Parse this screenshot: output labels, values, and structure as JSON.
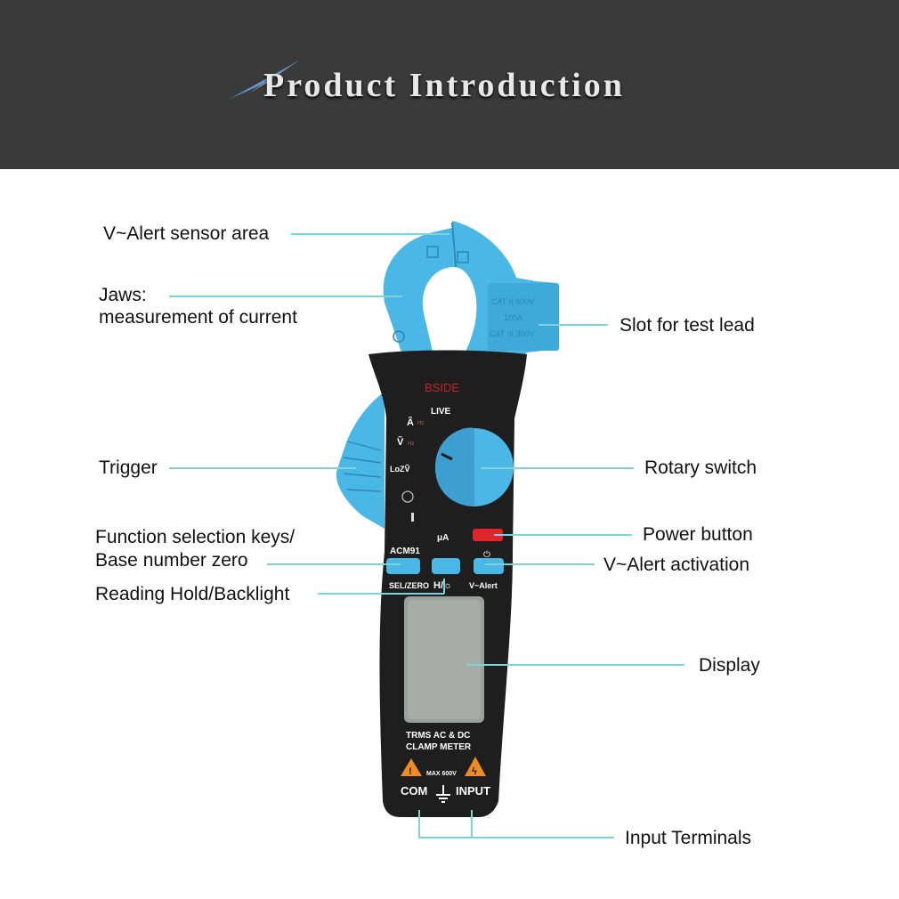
{
  "header": {
    "title": "Product Introduction"
  },
  "device": {
    "brand": "BSIDE",
    "live": "LIVE",
    "model": "ACM91",
    "jaw_rating_1": "CAT II 600V",
    "jaw_rating_2": "100A",
    "jaw_rating_3": "CAT III 300V",
    "dial_a": "Ã",
    "dial_v": "Ṽ",
    "dial_hz": "Hz",
    "dial_loz": "LoZṼ",
    "dial_ua": "μA",
    "key_sel": "SEL/ZERO",
    "key_hold": "H/☼",
    "key_valert": "V~Alert",
    "panel_line1": "TRMS AC & DC",
    "panel_line2": "CLAMP METER",
    "max_voltage": "MAX 600V",
    "terminal_com": "COM",
    "terminal_input": "INPUT"
  },
  "callouts": {
    "valert_sensor": "V~Alert sensor area",
    "jaws_line1": "Jaws:",
    "jaws_line2": "measurement of current",
    "slot": "Slot for test lead",
    "trigger": "Trigger",
    "rotary": "Rotary switch",
    "function_line1": "Function selection keys/",
    "function_line2": "Base number zero",
    "power": "Power button",
    "valert_activation": "V~Alert activation",
    "hold": "Reading Hold/Backlight",
    "display": "Display",
    "terminals": "Input Terminals"
  },
  "colors": {
    "header_bg": "#3a3a3a",
    "jaw_blue": "#4ab7e6",
    "body_black": "#1e1e1e",
    "power_red": "#e0262c",
    "leader": "#7fd3d6"
  }
}
